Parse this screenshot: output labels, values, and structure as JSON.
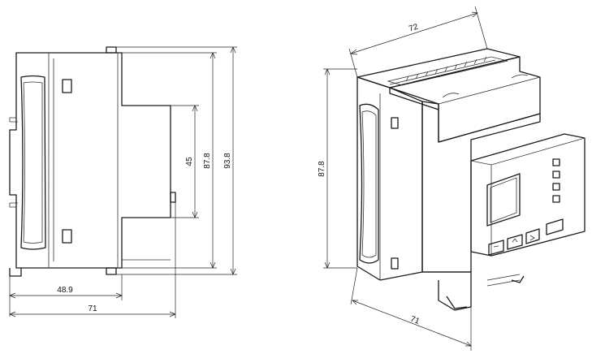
{
  "side_view": {
    "dim_width_inner": "48.9",
    "dim_width_total": "71",
    "dim_height_front": "45",
    "dim_height_body": "87.8",
    "dim_height_total": "93.8"
  },
  "iso_view": {
    "dim_width": "72",
    "dim_height": "87.8",
    "dim_depth": "71"
  }
}
